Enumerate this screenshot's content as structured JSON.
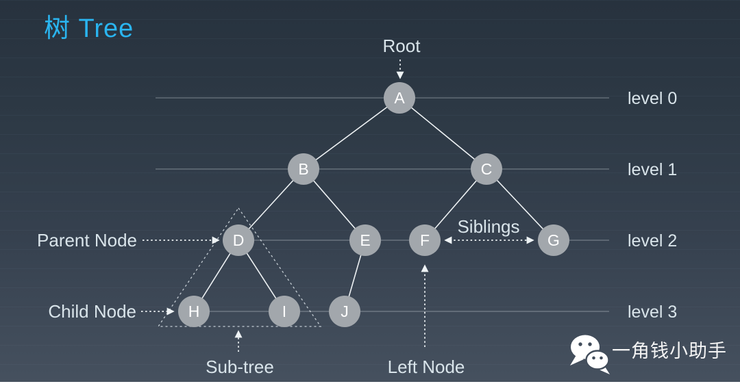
{
  "page": {
    "title": "树 Tree",
    "title_color": "#2ab5f0",
    "background_top": "#27323e",
    "background_bottom": "#46515f"
  },
  "diagram": {
    "type": "tree",
    "nodes": {
      "a": "A",
      "b": "B",
      "c": "C",
      "d": "D",
      "e": "E",
      "f": "F",
      "g": "G",
      "h": "H",
      "i": "I",
      "j": "J"
    },
    "edges": [
      "A-B",
      "A-C",
      "B-D",
      "B-E",
      "C-F",
      "C-G",
      "D-H",
      "D-I",
      "E-J"
    ],
    "node_color": "#a2a7ac",
    "node_text_color": "#ffffff",
    "subtree_members": [
      "D",
      "H",
      "I"
    ]
  },
  "levels": {
    "l0": "level 0",
    "l1": "level 1",
    "l2": "level 2",
    "l3": "level 3"
  },
  "annotations": {
    "root": "Root",
    "parent_node": "Parent Node",
    "child_node": "Child Node",
    "sub_tree": "Sub-tree",
    "siblings": "Siblings",
    "left_node": "Left Node"
  },
  "watermark": {
    "name": "一角钱小助手"
  }
}
